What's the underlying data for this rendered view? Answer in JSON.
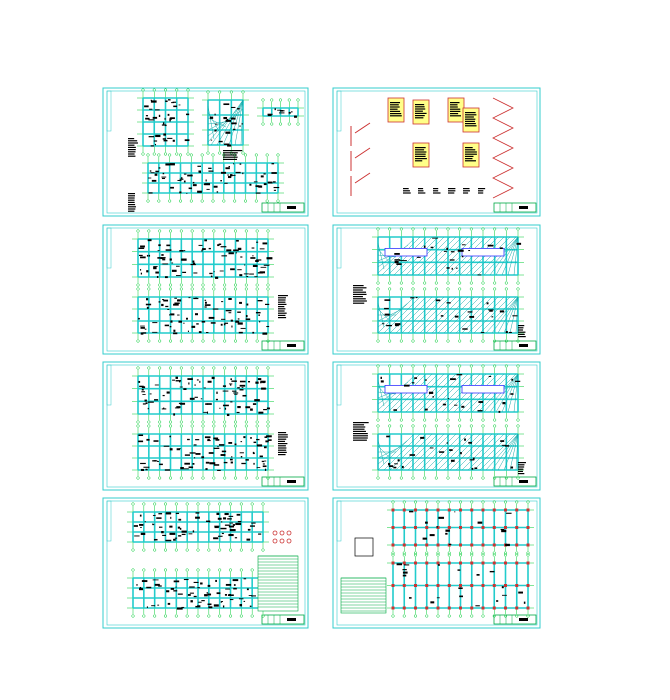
{
  "colors": {
    "frame": "#33cccc",
    "grid": "#00cc33",
    "beam": "#22cccc",
    "ink": "#000000",
    "column": "#cc3333",
    "title_block": "#00aa44"
  },
  "sheets": [
    {
      "kind": "mixed-plans"
    },
    {
      "kind": "details"
    },
    {
      "kind": "double-plan"
    },
    {
      "kind": "double-slab"
    },
    {
      "kind": "double-plan"
    },
    {
      "kind": "double-slab"
    },
    {
      "kind": "plan-table"
    },
    {
      "kind": "foundation"
    }
  ]
}
